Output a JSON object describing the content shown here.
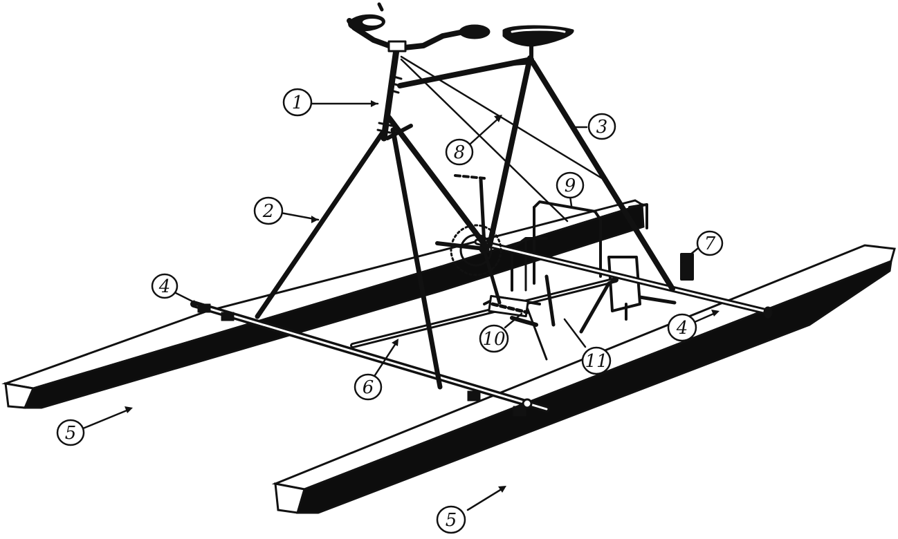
{
  "diagram": {
    "callouts": [
      {
        "id": "c1",
        "label": "1"
      },
      {
        "id": "c2",
        "label": "2"
      },
      {
        "id": "c3",
        "label": "3"
      },
      {
        "id": "c4a",
        "label": "4"
      },
      {
        "id": "c4b",
        "label": "4"
      },
      {
        "id": "c5a",
        "label": "5"
      },
      {
        "id": "c5b",
        "label": "5"
      },
      {
        "id": "c6",
        "label": "6"
      },
      {
        "id": "c7",
        "label": "7"
      },
      {
        "id": "c8",
        "label": "8"
      },
      {
        "id": "c9",
        "label": "9"
      },
      {
        "id": "c10",
        "label": "10"
      },
      {
        "id": "c11",
        "label": "11"
      }
    ]
  },
  "colors": {
    "ink": "#111111",
    "paper": "#ffffff",
    "pontoon_side": "#0d0d0d"
  }
}
